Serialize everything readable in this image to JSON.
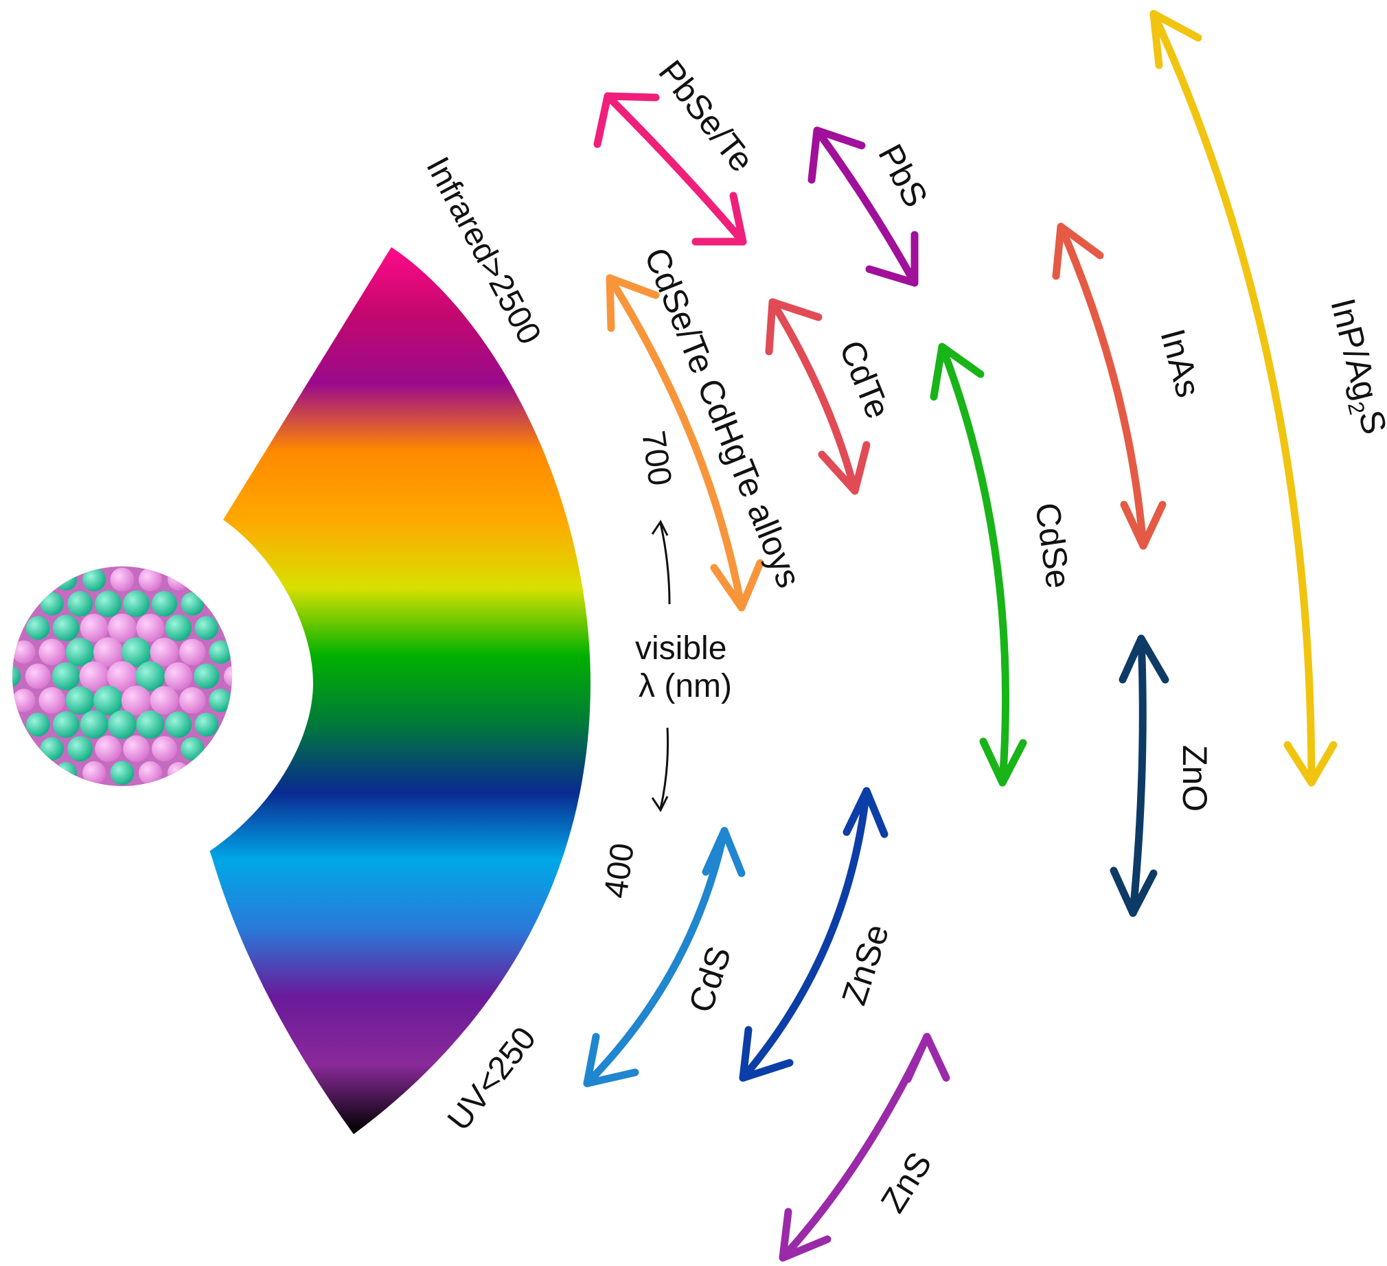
{
  "spectrum": {
    "infrared_label": "Infrared>2500",
    "uv_label": "UV<250",
    "visible_label": "visible",
    "wavelength_label": "λ (nm)",
    "tick_700": "700",
    "tick_400": "400",
    "gradient_stops": [
      "#ff0a88",
      "#c2086e",
      "#9a0a8c",
      "#ff8a00",
      "#ffa800",
      "#d8e000",
      "#00b000",
      "#007a3a",
      "#0a2a90",
      "#00a8e8",
      "#2a7ad8",
      "#6a1a9a",
      "#8a2a9a",
      "#000000"
    ]
  },
  "materials": [
    {
      "label": "PbSe/Te",
      "color": "#ef1f7a"
    },
    {
      "label": "PbS",
      "color": "#a0109a"
    },
    {
      "label": "CdSe/Te CdHgTe alloys",
      "color": "#f8953a"
    },
    {
      "label": "CdTe",
      "color": "#e04b55"
    },
    {
      "label": "CdSe",
      "color": "#18b418"
    },
    {
      "label": "InAs",
      "color": "#e55a44"
    },
    {
      "label": "InP/Ag",
      "sub": "2",
      "tail": "S",
      "color": "#f1c40f"
    },
    {
      "label": "ZnO",
      "color": "#0d3b66"
    },
    {
      "label": "CdS",
      "color": "#1f86cf"
    },
    {
      "label": "ZnSe",
      "color": "#0c3ea8"
    },
    {
      "label": "ZnS",
      "color": "#9a2aa8"
    }
  ],
  "nanoparticle": {
    "colors": [
      "#ee8ae6",
      "#27d3a8"
    ]
  }
}
